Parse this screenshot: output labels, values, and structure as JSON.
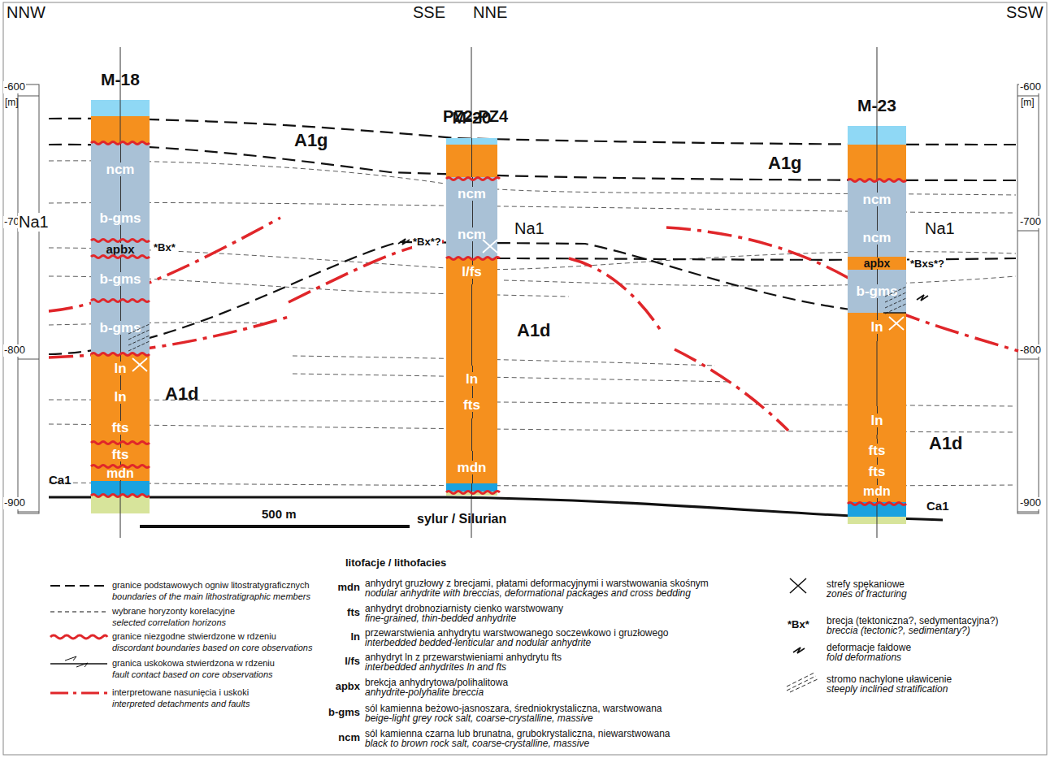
{
  "diagram": {
    "nodes": [
      {
        "text": [
          "M-18"
        ]
      },
      {
        "text": [
          "ncm"
        ],
        "in": 0
      },
      {
        "text": [
          "b-gms"
        ],
        "in": 0
      },
      {
        "text": [
          "apbx"
        ],
        "in": 0
      },
      {
        "text": [
          "b-gms"
        ],
        "in": 0
      },
      {
        "text": [
          "b-gms"
        ],
        "in": 0
      },
      {
        "text": [
          "ln"
        ],
        "in": 0
      },
      {
        "text": [
          "ln",
          "fts"
        ],
        "in": 0
      },
      {
        "text": [
          "fts"
        ],
        "in": 0
      },
      {
        "text": [
          "mdn"
        ],
        "in": 0
      },
      {
        "text": [
          "M-20"
        ]
      },
      {
        "text": [
          "ncm"
        ],
        "in": 10
      },
      {
        "text": [
          "ncm"
        ],
        "in": 10
      },
      {
        "text": [
          "l/fs"
        ],
        "in": 10
      },
      {
        "text": [
          "ln",
          "fts"
        ],
        "in": 10
      },
      {
        "text": [
          "mdn"
        ],
        "in": 10
      },
      {
        "text": [
          "M-23"
        ]
      },
      {
        "text": [
          "ncm"
        ],
        "in": 16
      },
      {
        "text": [
          "ncm"
        ],
        "in": 16
      },
      {
        "text": [
          "apbx"
        ],
        "in": 16
      },
      {
        "text": [
          "b-gms"
        ],
        "in": 16
      },
      {
        "text": [
          "ln"
        ],
        "in": 16
      },
      {
        "text": [
          "ln"
        ],
        "in": 16
      },
      {
        "text": [
          "fts"
        ],
        "in": 16
      },
      {
        "text": [
          "fts"
        ],
        "in": 16
      },
      {
        "text": [
          "mdn"
        ],
        "in": 16
      }
    ],
    "labels": [
      "NNW",
      "SSE",
      "NNE",
      "SSW",
      "-600",
      "[m]",
      "-700",
      "-800",
      "-900",
      "-600",
      "[m]",
      "-700",
      "-800",
      "-900",
      "A1g",
      "A1g",
      "Na1",
      "Na1",
      "Na1",
      "A1d",
      "A1d",
      "A1d",
      "PZ2-PZ4",
      "Ca1",
      "Ca1",
      "*Bx*",
      "*Bx*?",
      "*Bxs*?",
      "500 m",
      "sylur / Silurian",
      "litofacje / lithofacies",
      "boundaries of the main lithostratigraphic members",
      "selected correlation horizons",
      "discordant boundaries based on core observations",
      "fault contact based on core observations",
      "interpreted detachments and faults",
      "mdn",
      "anhydryt gruzłowy z brecjami, płatami deformacyjnymi i warstwowania skośnym",
      "nodular anhydrite with breccias, deformational packages and cross bedding",
      "fts",
      "anhydryt drobnoziarnisty cienko warstwowany",
      "fine-grained, thin-bedded anhydrite",
      "ln",
      "przewarstwienia anhydrytu warstwowanego soczewkowo i gruzłowego",
      "interbedded bedded-lenticular and nodular anhydrite",
      "l/fs",
      "anhydryt ln z przewarstwieniami anhydrytu fts",
      "interbedded anhydrites ln and fts",
      "apbx",
      "brekcja anhydrytowa/polihalitowa",
      "anhydrite-polyhalite breccia",
      "b-gms",
      "sól kamienna beżowo-jasnoszara, średniokrystaliczna, warstwowana",
      "beige-light grey rock salt, coarse-crystalline, massive",
      "ncm",
      "sól kamienna czarna lub brunatna, grubokrystaliczna, niewarstwowana",
      "black to brown rock salt, coarse-crystalline, massive",
      "zones of fracturing",
      "breccia (tectonic?, sedimentary?)",
      "fold deformations",
      "steeply inclined stratification",
      "*Bx*"
    ],
    "legend": [
      {
        "text": "granice podstawowych ogniw litostratygraficznych"
      },
      {
        "text": "wybrane horyzonty korelacyjne"
      },
      {
        "text": "granice niezgodne stwierdzone w rdzeniu"
      },
      {
        "text": "granica uskokowa stwierdzona w rdzeniu"
      },
      {
        "text": "interpretowane nasunięcia i uskoki"
      },
      {
        "text": "strefy spękaniowe"
      },
      {
        "text": "brecja (tektoniczna?, sedymentacyjna?)"
      },
      {
        "text": "deformacje fałdowe"
      },
      {
        "text": "stromo nachylone uławicenie"
      }
    ]
  }
}
